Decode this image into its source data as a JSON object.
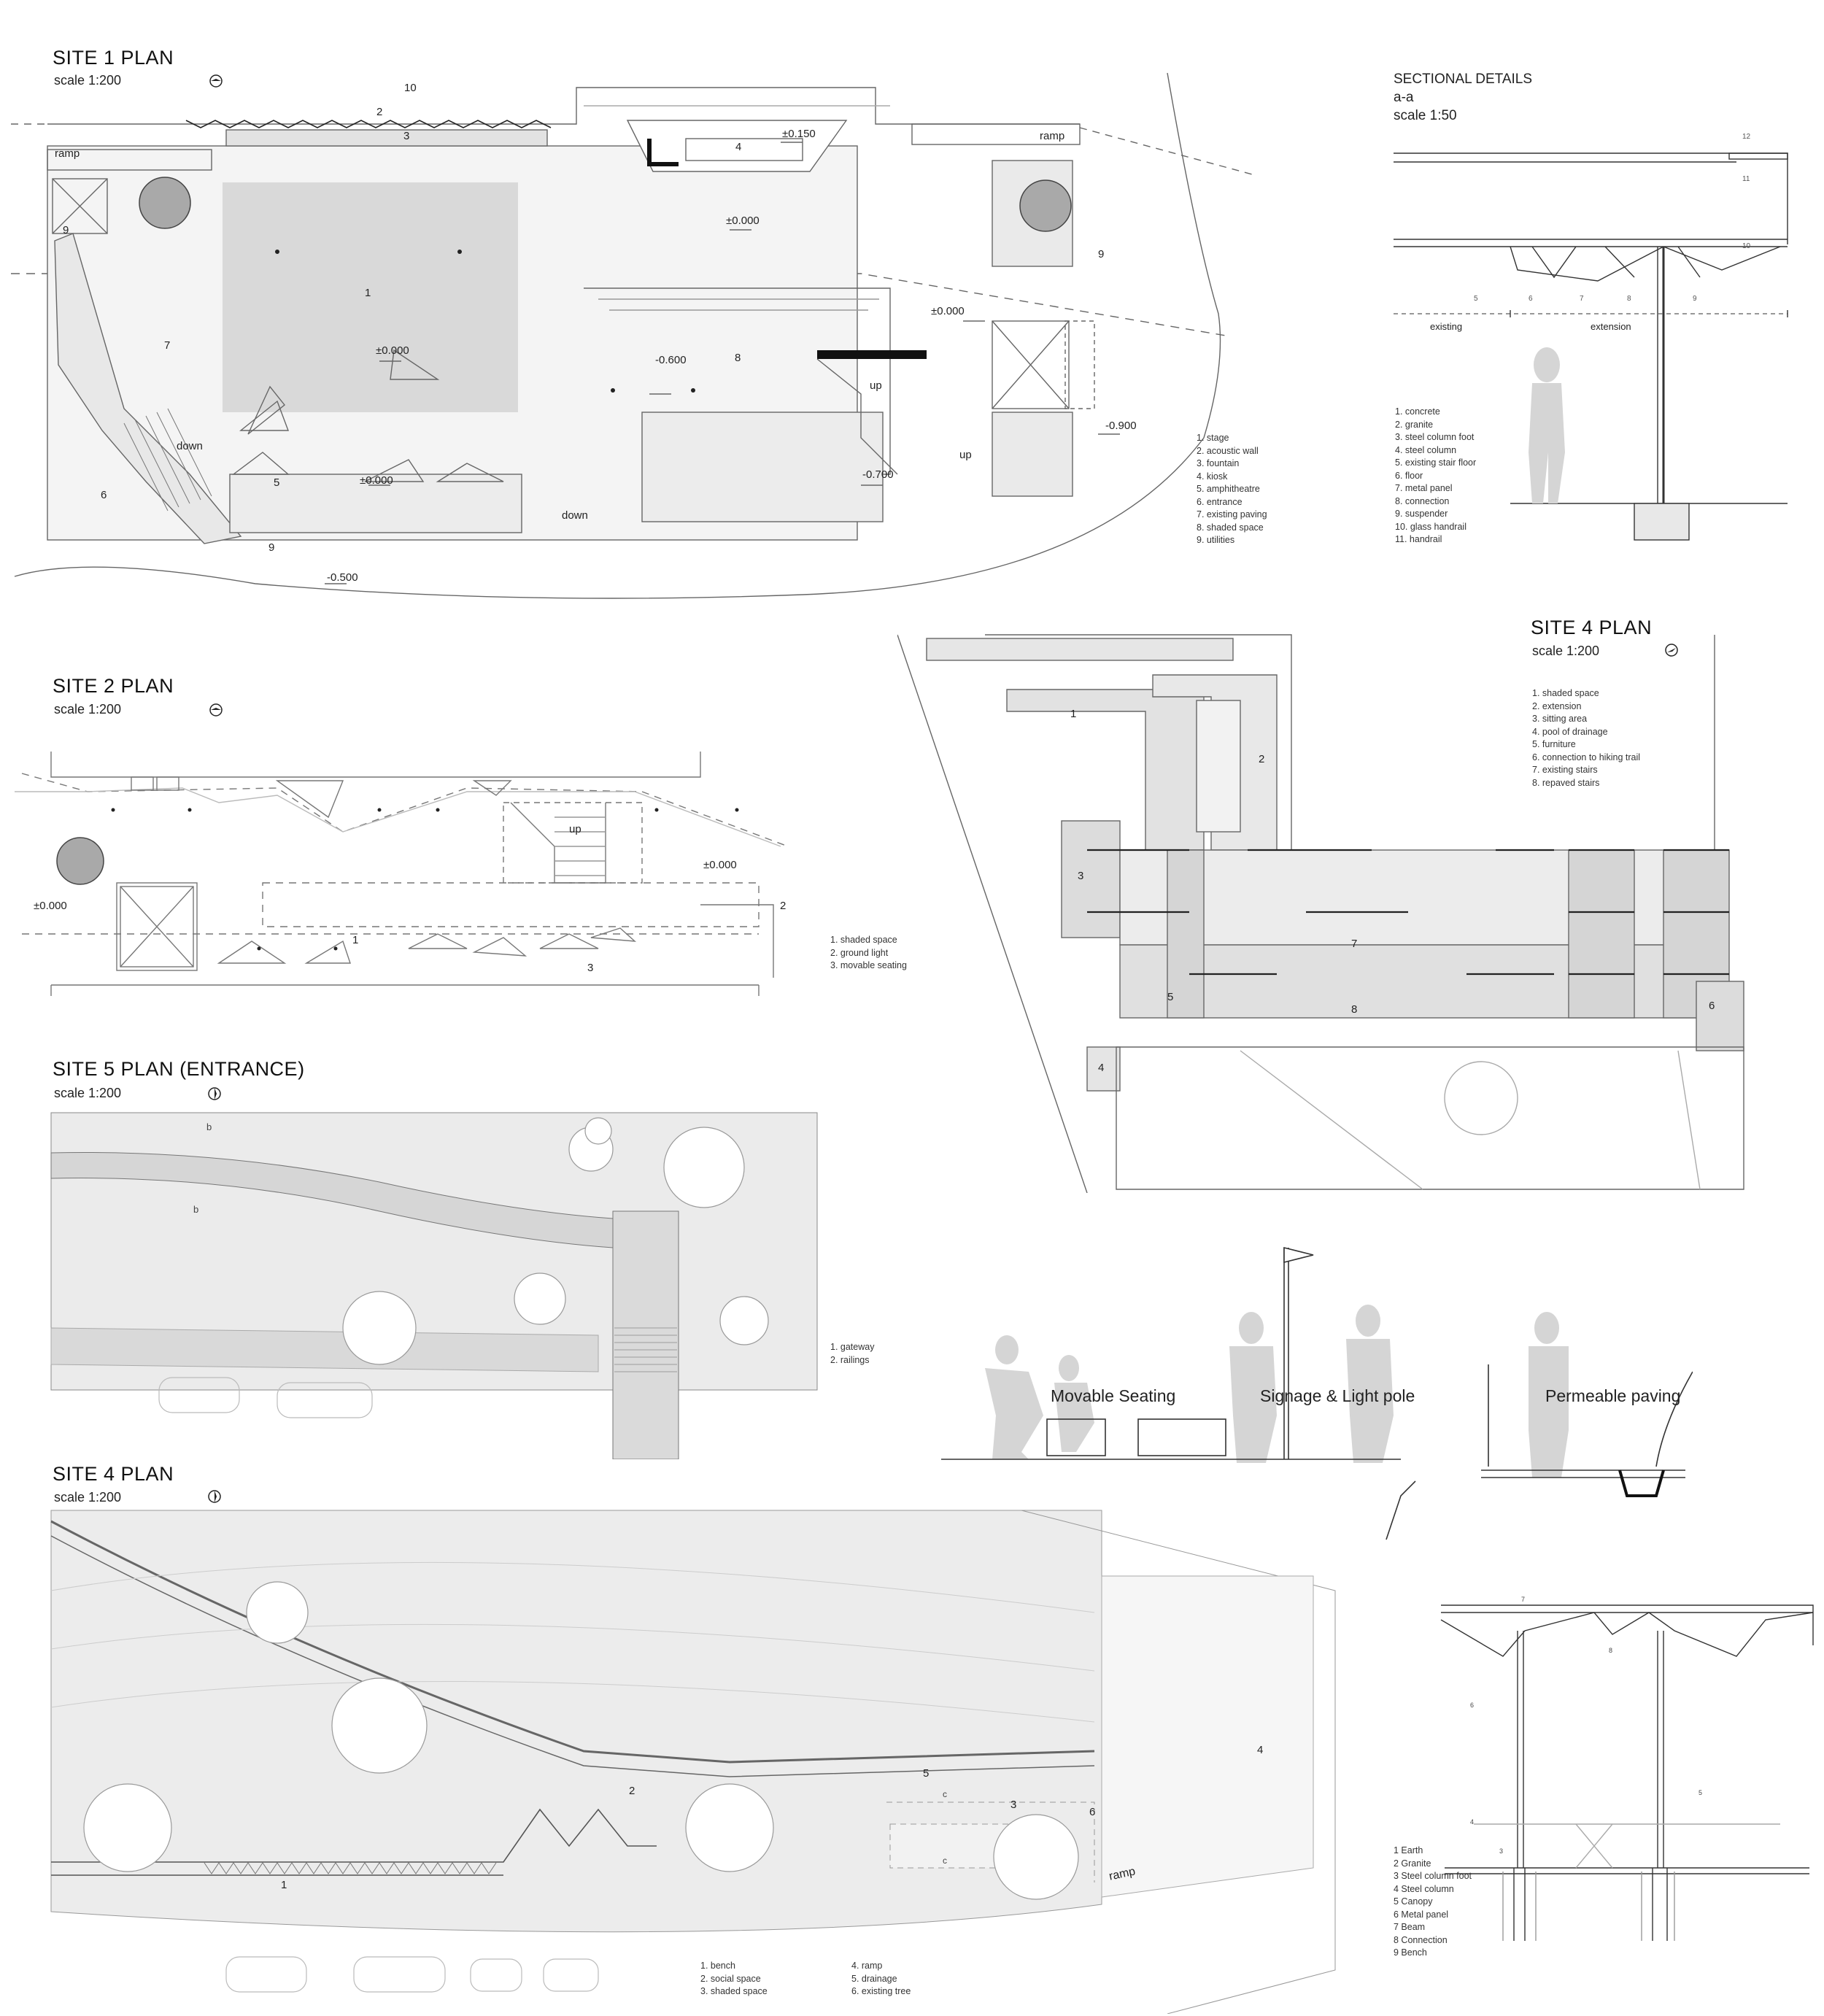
{
  "site1": {
    "title": "SITE 1 PLAN",
    "scale": "scale 1:200",
    "legend": [
      "1. stage",
      "2. acoustic wall",
      "3. fountain",
      "4. kiosk",
      "5. amphitheatre",
      "6. entrance",
      "7. existing paving",
      "8. shaded space",
      "9. utilities"
    ],
    "levels": {
      "l150": "±0.150",
      "l000a": "±0.000",
      "l000b": "±0.000",
      "l000c": "±0.000",
      "l000d": "±0.000",
      "l600": "-0.600",
      "l700": "-0.700",
      "l900": "-0.900",
      "l500": "-0.500"
    },
    "words": {
      "ramp_left": "ramp",
      "ramp_right": "ramp",
      "down_left": "down",
      "down_mid": "down",
      "up_a": "up",
      "up_b": "up"
    },
    "nums": {
      "n1": "1",
      "n2": "2",
      "n3": "3",
      "n4": "4",
      "n5": "5",
      "n6": "6",
      "n7": "7",
      "n8": "8",
      "n9a": "9",
      "n9b": "9",
      "n9c": "9",
      "n10": "10"
    }
  },
  "section": {
    "title": "SECTIONAL DETAILS",
    "sub": "a-a",
    "scale": "scale 1:50",
    "existing": "existing",
    "extension": "extension",
    "legend": [
      "1. concrete",
      "2. granite",
      "3. steel column foot",
      "4. steel column",
      "5. existing stair floor",
      "6. floor",
      "7. metal panel",
      "8. connection",
      "9. suspender",
      "10. glass handrail",
      "11. handrail"
    ]
  },
  "site4top": {
    "title": "SITE 4 PLAN",
    "scale": "scale 1:200",
    "legend": [
      "1. shaded space",
      "2. extension",
      "3. sitting area",
      "4. pool of drainage",
      "5. furniture",
      "6. connection to hiking trail",
      "7. existing stairs",
      "8. repaved stairs"
    ],
    "nums": {
      "n1": "1",
      "n2": "2",
      "n3": "3",
      "n4": "4",
      "n5": "5",
      "n6": "6",
      "n7": "7",
      "n8": "8"
    }
  },
  "site2": {
    "title": "SITE 2 PLAN",
    "scale": "scale 1:200",
    "legend": [
      "1. shaded space",
      "2. ground light",
      "3. movable seating"
    ],
    "levels": {
      "a": "±0.000",
      "b": "±0.000"
    },
    "up": "up",
    "nums": {
      "n1": "1",
      "n2": "2",
      "n3": "3"
    }
  },
  "site5": {
    "title": "SITE 5 PLAN (ENTRANCE)",
    "scale": "scale 1:200",
    "legend": [
      "1. gateway",
      "2. railings"
    ],
    "b1": "b",
    "b2": "b"
  },
  "furniture": {
    "movable": "Movable Seating",
    "signage": "Signage & Light pole",
    "paving": "Permeable paving"
  },
  "site4bottom": {
    "title": "SITE 4 PLAN",
    "scale": "scale 1:200",
    "legend_a": [
      "1. bench",
      "2. social space",
      "3. shaded space"
    ],
    "legend_b": [
      "4. ramp",
      "5. drainage",
      "6. existing tree"
    ],
    "ramp": "ramp",
    "nums": {
      "n1": "1",
      "n2": "2",
      "n3": "3",
      "n4": "4",
      "n5": "5",
      "n6": "6"
    },
    "c1": "c",
    "c2": "c"
  },
  "canopy": {
    "legend": [
      "1  Earth",
      "2  Granite",
      "3  Steel column foot",
      "4  Steel column",
      "5  Canopy",
      "6  Metal panel",
      "7  Beam",
      "8  Connection",
      "9  Bench"
    ]
  }
}
